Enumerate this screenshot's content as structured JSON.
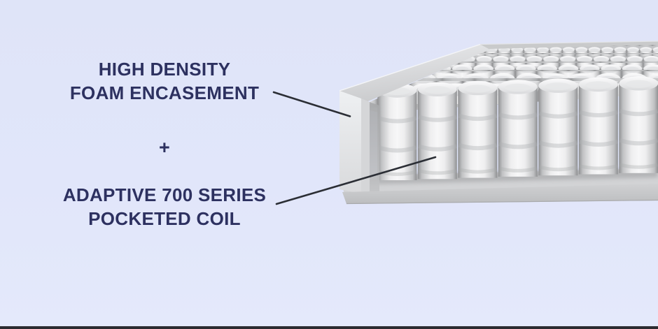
{
  "annotations": {
    "encasement_label": {
      "line1": "HIGH DENSITY",
      "line2": "FOAM ENCASEMENT"
    },
    "plus_separator": "+",
    "coil_label": {
      "line1": "ADAPTIVE 700 SERIES",
      "line2": "POCKETED COIL"
    }
  },
  "illustration": {
    "name": "pocketed-coil-mattress-cutaway",
    "parts": [
      "foam-encasement-rail",
      "pocketed-coil-field",
      "front-coil-row",
      "base-slab"
    ]
  },
  "colors": {
    "background": "#e1e6fa",
    "label_text": "#2d3160",
    "leader_line": "#2b2e35",
    "letterbox_bar": "#2b2b30",
    "coil_white": "#f6f6f7",
    "foam_gray": "#e9eaec"
  }
}
